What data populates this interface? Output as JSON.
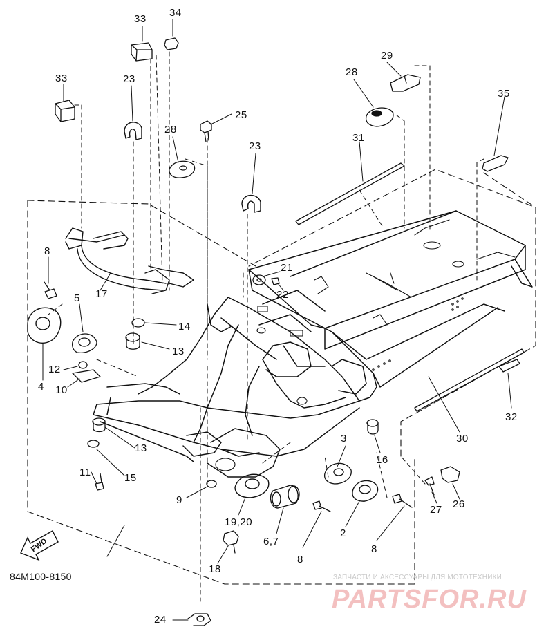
{
  "diagram": {
    "code": "84M100-8150",
    "fwd_label": "FWD",
    "watermark": {
      "caption": "ЗАПЧАСТИ И АКСЕССУАРЫ ДЛЯ МОТОТЕХНИКИ",
      "logo": "PARTSFOR.RU",
      "color": "#f3c0c0"
    },
    "callouts": {
      "c33a": "33",
      "c34": "34",
      "c33b": "33",
      "c23a": "23",
      "c28a": "28",
      "c25": "25",
      "c23b": "23",
      "c29": "29",
      "c28b": "28",
      "c31": "31",
      "c35": "35",
      "c8a": "8",
      "c5": "5",
      "c21": "21",
      "c22": "22",
      "c17": "17",
      "c14": "14",
      "c13a": "13",
      "c12": "12",
      "c10": "10",
      "c4": "4",
      "c13b": "13",
      "c15": "15",
      "c11": "11",
      "c9": "9",
      "c3": "3",
      "c16": "16",
      "c1920": "19,20",
      "c67": "6,7",
      "c2": "2",
      "c8b": "8",
      "c8c": "8",
      "c18": "18",
      "c24": "24",
      "c27": "27",
      "c26": "26",
      "c30": "30",
      "c32": "32"
    },
    "line_color": "#111111"
  }
}
